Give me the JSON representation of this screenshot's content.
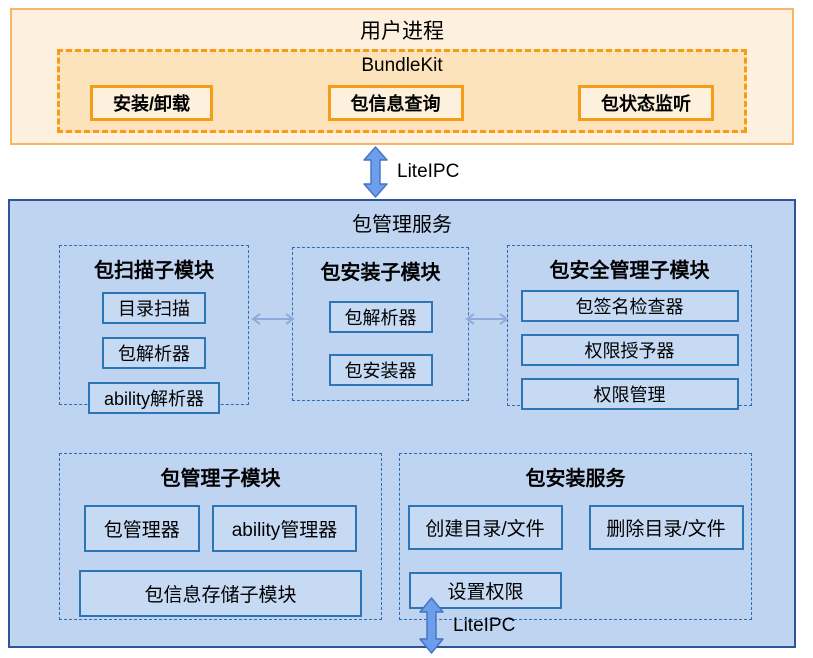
{
  "user_process": {
    "title": "用户进程",
    "bundlekit": {
      "title": "BundleKit",
      "buttons": [
        "安装/卸载",
        "包信息查询",
        "包状态监听"
      ]
    }
  },
  "connectors": {
    "top": {
      "label": "LiteIPC"
    },
    "middle": {
      "label": "LiteIPC"
    }
  },
  "package_service": {
    "title": "包管理服务",
    "modules": [
      {
        "title": "包扫描子模块",
        "items": [
          "目录扫描",
          "包解析器",
          "ability解析器"
        ]
      },
      {
        "title": "包安装子模块",
        "items": [
          "包解析器",
          "包安装器"
        ]
      },
      {
        "title": "包安全管理子模块",
        "items": [
          "包签名检查器",
          "权限授予器",
          "权限管理"
        ]
      },
      {
        "title": "包管理子模块",
        "items": [
          "包管理器",
          "ability管理器",
          "包信息存储子模块"
        ]
      },
      {
        "title": "包安装服务",
        "items": [
          "创建目录/文件",
          "删除目录/文件",
          "设置权限"
        ]
      }
    ]
  },
  "colors": {
    "orange_border": "#F59D18",
    "orange_box_fill": "#FDF0DE",
    "orange_inner_fill": "#FCE3BC",
    "blue_box_fill": "#BFD4F0",
    "blue_item_fill": "#C7DAF4",
    "blue_item_border": "#2E75B6",
    "blue_outer_border": "#2F5597",
    "ipc_arrow_fill": "#6D9EEB",
    "ipc_arrow_stroke": "#4472C4",
    "link_arrow": "#8FAADC"
  }
}
